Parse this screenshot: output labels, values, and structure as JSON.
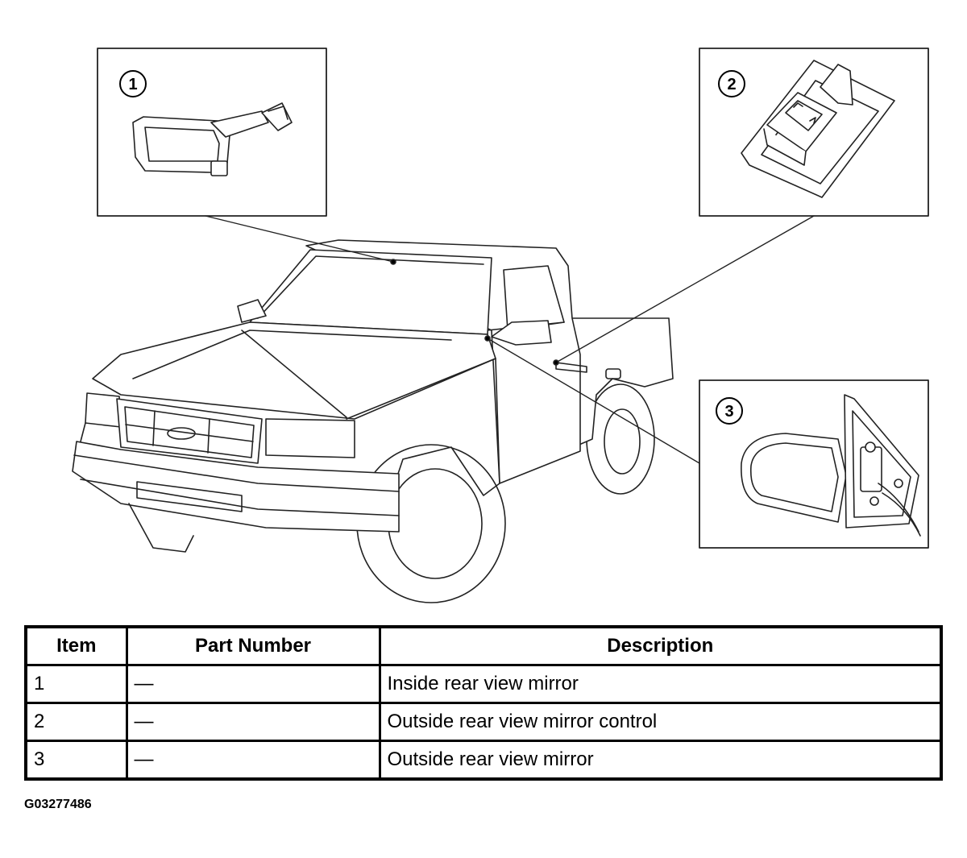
{
  "callouts": [
    {
      "number": "1"
    },
    {
      "number": "2"
    },
    {
      "number": "3"
    }
  ],
  "table": {
    "headers": [
      "Item",
      "Part Number",
      "Description"
    ],
    "rows": [
      {
        "item": "1",
        "part_number": "—",
        "description": "Inside rear view mirror"
      },
      {
        "item": "2",
        "part_number": "—",
        "description": "Outside rear view mirror control"
      },
      {
        "item": "3",
        "part_number": "—",
        "description": "Outside rear view mirror"
      }
    ]
  },
  "figure_id": "G03277486"
}
